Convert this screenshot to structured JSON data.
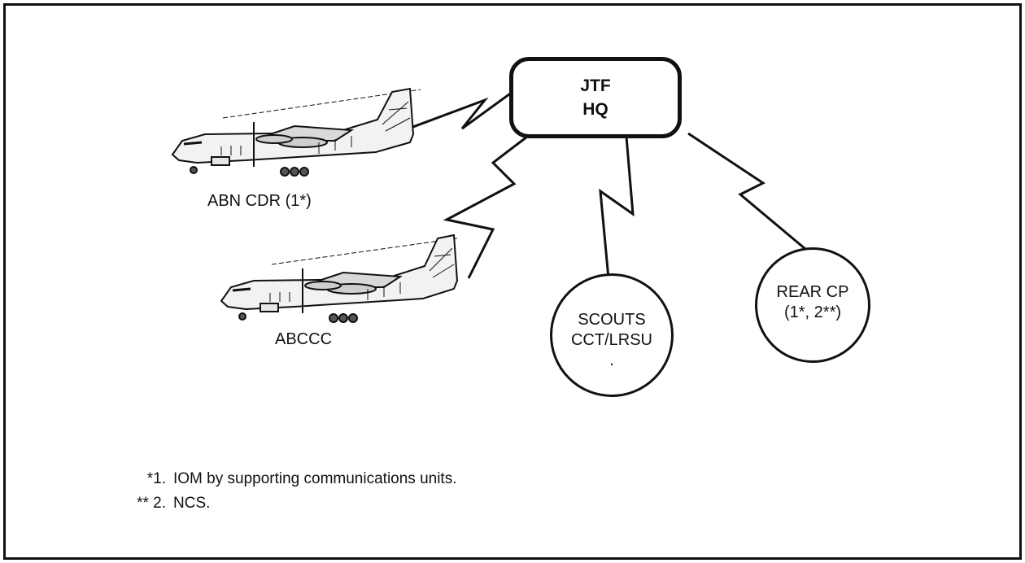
{
  "hq": {
    "line1": "JTF",
    "line2": "HQ"
  },
  "aircraft": [
    {
      "label": "ABN CDR (1*)"
    },
    {
      "label": "ABCCC"
    }
  ],
  "scouts": {
    "line1": "SCOUTS",
    "line2": "CCT/LRSU",
    "line3": "."
  },
  "rear_cp": {
    "line1": "REAR CP",
    "line2": "(1*, 2**)"
  },
  "notes": [
    {
      "marker": "*1.",
      "text": "IOM by supporting communications units."
    },
    {
      "marker": "** 2.",
      "text": "NCS."
    }
  ]
}
